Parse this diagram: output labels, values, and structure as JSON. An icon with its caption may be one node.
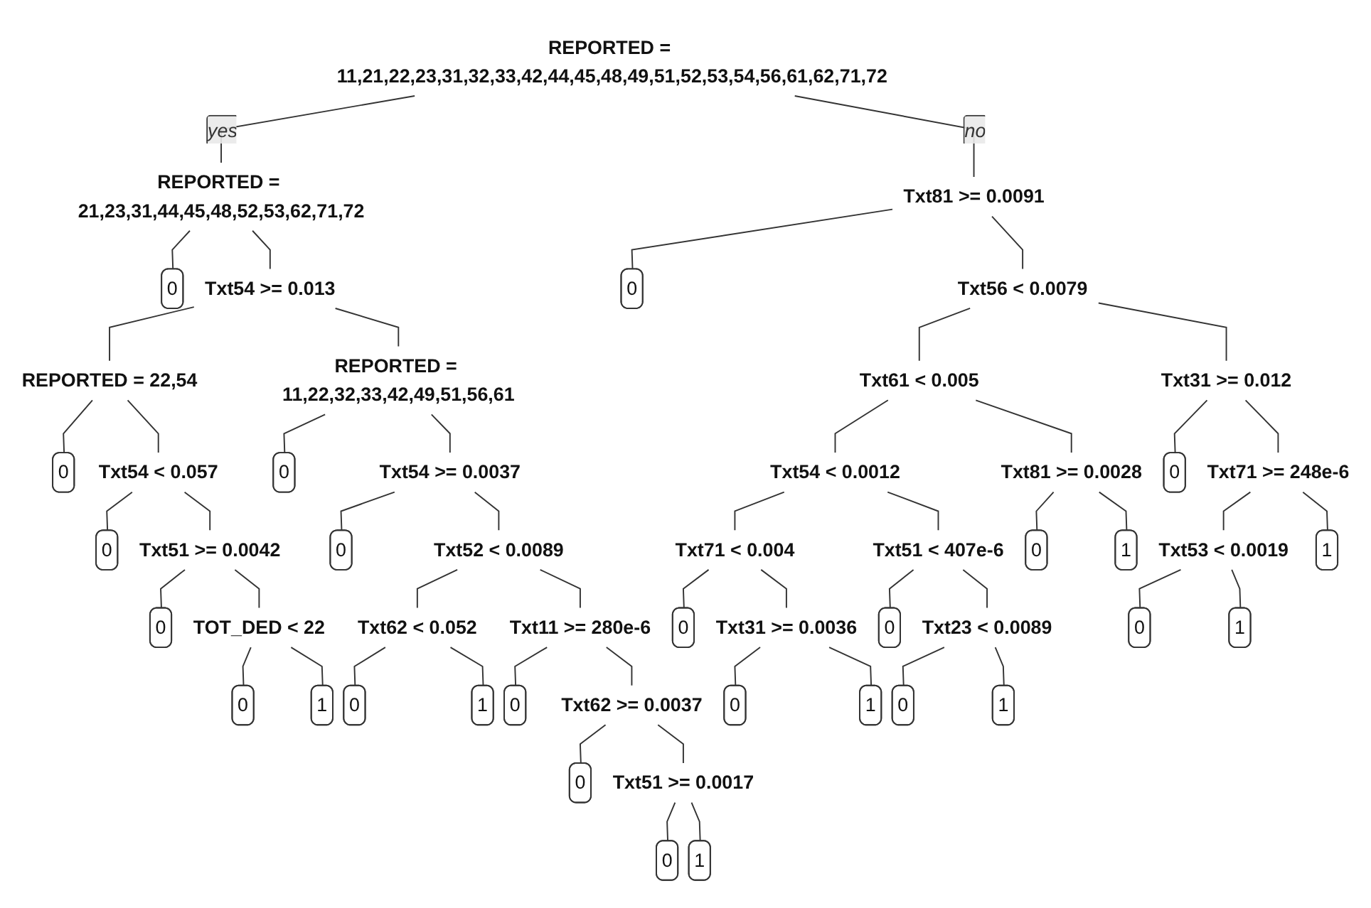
{
  "diagram": {
    "nodes": [
      {
        "text": [
          "REPORTED = 11,21,22,23,31,32,33,42,44,45,48,49,51,52,53,54,56,61,62,71,72"
        ]
      },
      {
        "text": [
          "REPORTED = 21,23,31,44,45,48,52,53,62,71,72"
        ]
      },
      {
        "text": [
          "0"
        ]
      },
      {
        "text": [
          "Txt54 >= 0.013"
        ]
      },
      {
        "text": [
          "REPORTED = 22,54"
        ]
      },
      {
        "text": [
          "0"
        ]
      },
      {
        "text": [
          "Txt54 < 0.057"
        ]
      },
      {
        "text": [
          "0"
        ]
      },
      {
        "text": [
          "Txt51 >= 0.0042"
        ]
      },
      {
        "text": [
          "0"
        ]
      },
      {
        "text": [
          "TOT_DED < 22"
        ]
      },
      {
        "text": [
          "0"
        ]
      },
      {
        "text": [
          "1"
        ]
      },
      {
        "text": [
          "REPORTED = 11,22,32,33,42,49,51,56,61"
        ]
      },
      {
        "text": [
          "0"
        ]
      },
      {
        "text": [
          "Txt54 >= 0.0037"
        ]
      },
      {
        "text": [
          "0"
        ]
      },
      {
        "text": [
          "Txt52 < 0.0089"
        ]
      },
      {
        "text": [
          "Txt62 < 0.052"
        ]
      },
      {
        "text": [
          "0"
        ]
      },
      {
        "text": [
          "1"
        ]
      },
      {
        "text": [
          "Txt11 >= 280e-6"
        ]
      },
      {
        "text": [
          "0"
        ]
      },
      {
        "text": [
          "Txt62 >= 0.0037"
        ]
      },
      {
        "text": [
          "0"
        ]
      },
      {
        "text": [
          "Txt51 >= 0.0017"
        ]
      },
      {
        "text": [
          "0"
        ]
      },
      {
        "text": [
          "1"
        ]
      },
      {
        "text": [
          "Txt81 >= 0.0091"
        ]
      },
      {
        "text": [
          "0"
        ]
      },
      {
        "text": [
          "Txt56 < 0.0079"
        ]
      },
      {
        "text": [
          "Txt61 < 0.005"
        ]
      },
      {
        "text": [
          "Txt54 < 0.0012"
        ]
      },
      {
        "text": [
          "Txt71 < 0.004"
        ]
      },
      {
        "text": [
          "0"
        ]
      },
      {
        "text": [
          "Txt31 >= 0.0036"
        ]
      },
      {
        "text": [
          "0"
        ]
      },
      {
        "text": [
          "1"
        ]
      },
      {
        "text": [
          "Txt51 < 407e-6"
        ]
      },
      {
        "text": [
          "0"
        ]
      },
      {
        "text": [
          "Txt23 < 0.0089"
        ]
      },
      {
        "text": [
          "0"
        ]
      },
      {
        "text": [
          "1"
        ]
      },
      {
        "text": [
          "Txt81 >= 0.0028"
        ]
      },
      {
        "text": [
          "0"
        ]
      },
      {
        "text": [
          "1"
        ]
      },
      {
        "text": [
          "Txt31 >= 0.012"
        ]
      },
      {
        "text": [
          "0"
        ]
      },
      {
        "text": [
          "Txt71 >= 248e-6"
        ]
      },
      {
        "text": [
          "Txt53 < 0.0019"
        ]
      },
      {
        "text": [
          "0"
        ]
      },
      {
        "text": [
          "1"
        ]
      },
      {
        "text": [
          "1"
        ]
      }
    ],
    "edges": [
      {
        "from": 0,
        "to": 1,
        "arrow": "none",
        "label": "yes"
      },
      {
        "from": 0,
        "to": 28,
        "arrow": "none",
        "label": "no"
      },
      {
        "from": 1,
        "to": 2,
        "arrow": "none"
      },
      {
        "from": 1,
        "to": 3,
        "arrow": "none"
      },
      {
        "from": 3,
        "to": 4,
        "arrow": "none"
      },
      {
        "from": 3,
        "to": 13,
        "arrow": "none"
      },
      {
        "from": 4,
        "to": 5,
        "arrow": "none"
      },
      {
        "from": 4,
        "to": 6,
        "arrow": "none"
      },
      {
        "from": 6,
        "to": 7,
        "arrow": "none"
      },
      {
        "from": 6,
        "to": 8,
        "arrow": "none"
      },
      {
        "from": 8,
        "to": 9,
        "arrow": "none"
      },
      {
        "from": 8,
        "to": 10,
        "arrow": "none"
      },
      {
        "from": 10,
        "to": 11,
        "arrow": "none"
      },
      {
        "from": 10,
        "to": 12,
        "arrow": "none"
      },
      {
        "from": 13,
        "to": 14,
        "arrow": "none"
      },
      {
        "from": 13,
        "to": 15,
        "arrow": "none"
      },
      {
        "from": 15,
        "to": 16,
        "arrow": "none"
      },
      {
        "from": 15,
        "to": 17,
        "arrow": "none"
      },
      {
        "from": 17,
        "to": 18,
        "arrow": "none"
      },
      {
        "from": 17,
        "to": 21,
        "arrow": "none"
      },
      {
        "from": 18,
        "to": 19,
        "arrow": "none"
      },
      {
        "from": 18,
        "to": 20,
        "arrow": "none"
      },
      {
        "from": 21,
        "to": 22,
        "arrow": "none"
      },
      {
        "from": 21,
        "to": 23,
        "arrow": "none"
      },
      {
        "from": 23,
        "to": 24,
        "arrow": "none"
      },
      {
        "from": 23,
        "to": 25,
        "arrow": "none"
      },
      {
        "from": 25,
        "to": 26,
        "arrow": "none"
      },
      {
        "from": 25,
        "to": 27,
        "arrow": "none"
      },
      {
        "from": 28,
        "to": 29,
        "arrow": "none"
      },
      {
        "from": 28,
        "to": 30,
        "arrow": "none"
      },
      {
        "from": 30,
        "to": 31,
        "arrow": "none"
      },
      {
        "from": 30,
        "to": 46,
        "arrow": "none"
      },
      {
        "from": 31,
        "to": 32,
        "arrow": "none"
      },
      {
        "from": 31,
        "to": 43,
        "arrow": "none"
      },
      {
        "from": 32,
        "to": 33,
        "arrow": "none"
      },
      {
        "from": 32,
        "to": 38,
        "arrow": "none"
      },
      {
        "from": 33,
        "to": 34,
        "arrow": "none"
      },
      {
        "from": 33,
        "to": 35,
        "arrow": "none"
      },
      {
        "from": 35,
        "to": 36,
        "arrow": "none"
      },
      {
        "from": 35,
        "to": 37,
        "arrow": "none"
      },
      {
        "from": 38,
        "to": 39,
        "arrow": "none"
      },
      {
        "from": 38,
        "to": 40,
        "arrow": "none"
      },
      {
        "from": 40,
        "to": 41,
        "arrow": "none"
      },
      {
        "from": 40,
        "to": 42,
        "arrow": "none"
      },
      {
        "from": 43,
        "to": 44,
        "arrow": "none"
      },
      {
        "from": 43,
        "to": 45,
        "arrow": "none"
      },
      {
        "from": 46,
        "to": 47,
        "arrow": "none"
      },
      {
        "from": 46,
        "to": 48,
        "arrow": "none"
      },
      {
        "from": 48,
        "to": 49,
        "arrow": "none"
      },
      {
        "from": 48,
        "to": 52,
        "arrow": "none"
      },
      {
        "from": 49,
        "to": 50,
        "arrow": "none"
      },
      {
        "from": 49,
        "to": 51,
        "arrow": "none"
      }
    ]
  }
}
